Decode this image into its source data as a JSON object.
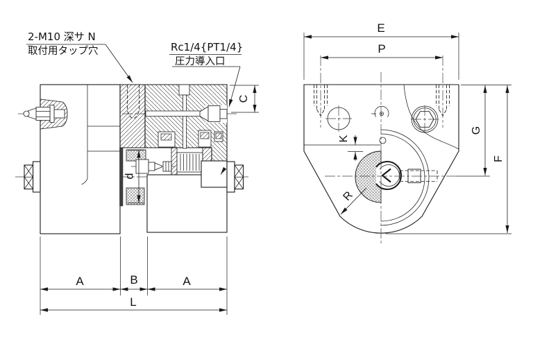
{
  "drawing": {
    "title": "coupling-section-drawing",
    "notes": {
      "tap_line1": "2-M10 深サ N",
      "tap_line2": "取付用タップ穴",
      "port_line1": "Rc1/4{PT1/4}",
      "port_line2": "圧力導入口"
    },
    "dims": {
      "A": "A",
      "B": "B",
      "L": "L",
      "C": "C",
      "d": "d",
      "E": "E",
      "P": "P",
      "G": "G",
      "F": "F",
      "K": "K",
      "R": "R"
    },
    "colors": {
      "line": "#1a1a1a",
      "background": "#ffffff",
      "centerline": "#3c3c3c"
    }
  }
}
